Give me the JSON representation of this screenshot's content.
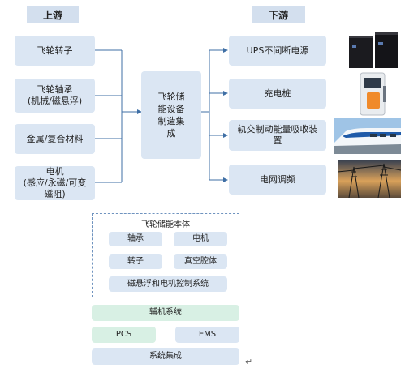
{
  "headers": {
    "upstream": "上游",
    "downstream": "下游"
  },
  "upstream": [
    "飞轮转子",
    "飞轮轴承\n(机械/磁悬浮)",
    "金属/复合材料",
    "电机\n(感应/永磁/可变\n磁阻)"
  ],
  "center": "飞轮储\n能设备\n制造集\n成",
  "downstream": [
    "UPS不间断电源",
    "充电桩",
    "轨交制动能量吸收装\n置",
    "电网调频"
  ],
  "body": {
    "title": "飞轮储能本体",
    "items": [
      "轴承",
      "电机",
      "转子",
      "真空腔体"
    ],
    "control": "磁悬浮和电机控制系统"
  },
  "aux": "辅机系统",
  "pcs": "PCS",
  "ems": "EMS",
  "integration": "系统集成",
  "return_mark": "↵",
  "colors": {
    "box": "#dbe6f3",
    "green": "#d8f0e4",
    "line": "#3f6fa5"
  }
}
